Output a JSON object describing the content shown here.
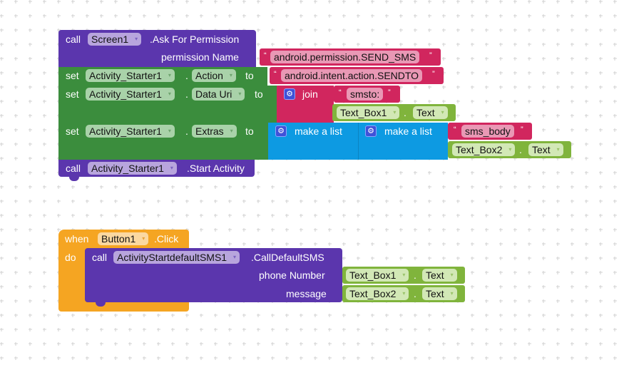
{
  "workspace": {
    "grid": true,
    "background": "#ffffff"
  },
  "colors": {
    "component_method": "#5b36ad",
    "component_setter": "#3b8d3d",
    "component_getter": "#80b43c",
    "text": "#d1265e",
    "lists": "#0d9ae2",
    "event": "#f5a522"
  },
  "block1": {
    "call_kw": "call",
    "component": "Screen1",
    "method": ".Ask For Permission",
    "param_label": "permission Name",
    "permission_value": "android.permission.SEND_SMS",
    "set_action": {
      "set_kw": "set",
      "component": "Activity_Starter1",
      "dot": ".",
      "property": "Action",
      "to_kw": "to",
      "value": "android.intent.action.SENDTO"
    },
    "set_datauri": {
      "set_kw": "set",
      "component": "Activity_Starter1",
      "dot": ".",
      "property": "Data Uri",
      "to_kw": "to",
      "join_label": "join",
      "join_text": "smsto:",
      "getter_component": "Text_Box1",
      "getter_property": "Text"
    },
    "set_extras": {
      "set_kw": "set",
      "component": "Activity_Starter1",
      "dot": ".",
      "property": "Extras",
      "to_kw": "to",
      "outer_list_label": "make a list",
      "inner_list_label": "make a list",
      "key_text": "sms_body",
      "getter_component": "Text_Box2",
      "getter_property": "Text"
    },
    "start": {
      "call_kw": "call",
      "component": "Activity_Starter1",
      "method": ".Start Activity"
    }
  },
  "block2": {
    "when_kw": "when",
    "component": "Button1",
    "event": ".Click",
    "do_kw": "do",
    "call": {
      "call_kw": "call",
      "component": "ActivityStartdefaultSMS1",
      "method": ".CallDefaultSMS",
      "param1_label": "phone Number",
      "param1_component": "Text_Box1",
      "param1_property": "Text",
      "param2_label": "message",
      "param2_component": "Text_Box2",
      "param2_property": "Text"
    }
  },
  "quote_open": "“",
  "quote_close": "”",
  "dropdown_arrow": "▾"
}
